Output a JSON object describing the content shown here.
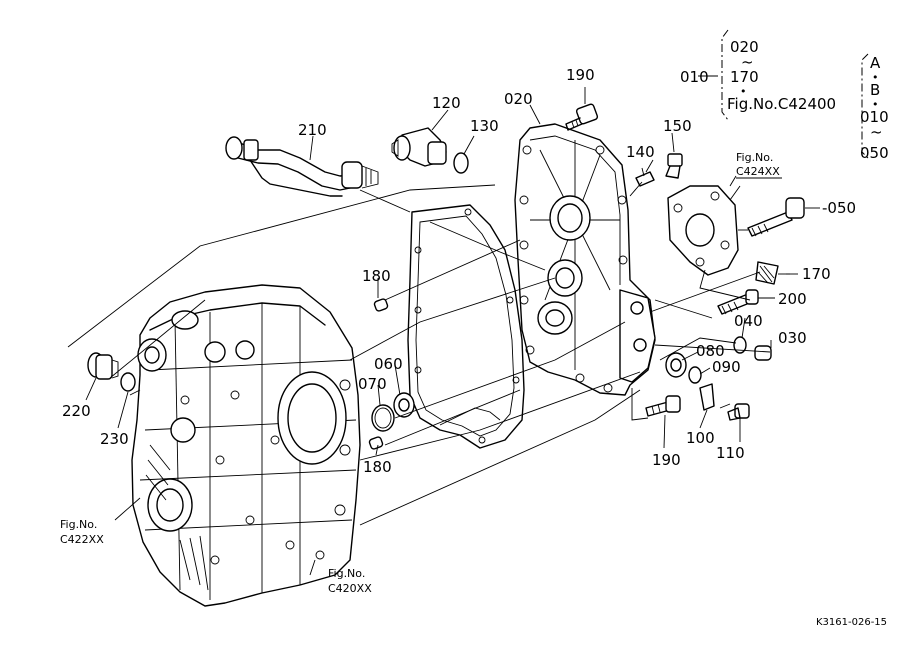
{
  "labels": {
    "p210": "210",
    "p120": "120",
    "p130": "130",
    "p020": "020",
    "p190_top": "190",
    "p140": "140",
    "p150": "150",
    "p050": "-050",
    "p170": "170",
    "p200": "200",
    "p180_top": "180",
    "p060": "060",
    "p070": "070",
    "p180_bot": "180",
    "p040": "040",
    "p030": "030",
    "p080": "080",
    "p090": "090",
    "p220": "220",
    "p230": "230",
    "p190_bot": "190",
    "p100": "100",
    "p110": "110"
  },
  "figrefs": {
    "c424": {
      "line1": "Fig.No.",
      "line2": "C424XX"
    },
    "c422": {
      "line1": "Fig.No.",
      "line2": "C422XX"
    },
    "c420": {
      "line1": "Fig.No.",
      "line2": "C420XX"
    }
  },
  "legend_main": {
    "key": "010",
    "range_start": "020",
    "tilde": "~",
    "range_end": "170",
    "dot": "•",
    "fig": "Fig.No.C42400"
  },
  "legend_side": {
    "a": "A",
    "dot1": "•",
    "b": "B",
    "dot2": "•",
    "start": "010",
    "tilde": "~",
    "end": "050"
  },
  "drawing_code": "K3161-026-15"
}
